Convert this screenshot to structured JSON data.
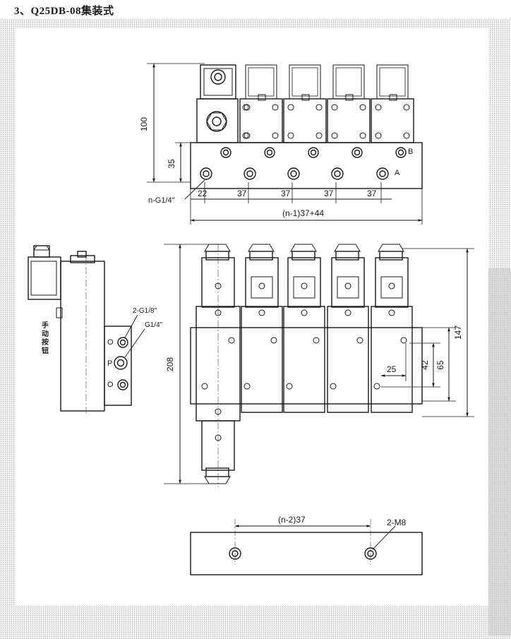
{
  "heading": "3、Q25DB-08集装式",
  "top_view": {
    "dims": {
      "height_100": "100",
      "height_35": "35",
      "pitch_22": "22",
      "pitch_37": "37",
      "total": "(n-1)37+44"
    },
    "port_labels": {
      "a": "A",
      "b": "B"
    },
    "thread_label": "n-G1/4\""
  },
  "side_view": {
    "manual_label": "手动按钮",
    "port_labels": {
      "p": "P",
      "o1": "O",
      "o2": "O"
    },
    "thread_small": "2-G1/8\"",
    "thread_large": "G1/4\""
  },
  "front_view": {
    "dims": {
      "h208": "208",
      "h147": "147",
      "d25": "25",
      "d42": "42",
      "d65": "65"
    }
  },
  "base_plate": {
    "dims": {
      "pitch": "(n-2)37",
      "holes": "2-M8"
    }
  }
}
